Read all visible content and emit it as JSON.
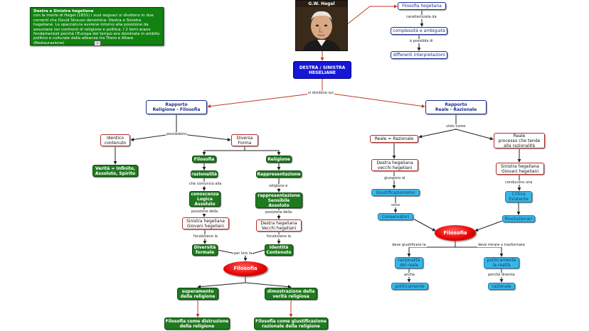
{
  "note": {
    "title": "Destra e Sinistra hegeliana",
    "body": "con la morte di Hegel (1831) i suoi seguaci si dividono in due correnti che David Strauss denomina: Destra e Sinistra hegeliane. La spaccatura avviene intorno alla posizione da assumere nei confronti di religione e politica. I 2 temi erano fondamentali perché l'Europa del tempo era dominata in ambito politico e culturale dalla alleanza tra Trono e Altare (Restaurazione)",
    "icon": "note-icon"
  },
  "portrait": {
    "title": "G.W. Hegel",
    "icon": "portrait-image"
  },
  "colors": {
    "green": "#1f7a1f",
    "cyan": "#39b6e8",
    "blue": "#1616d6",
    "red": "#e60000",
    "line_red": "#c0392b",
    "line_dark": "#222222"
  },
  "nodes": {
    "hegel_fil": "Filosofia hegeliana",
    "complessita": "complessità e ambiguità",
    "interpretazioni": "differenti interpretazioni",
    "destra_sinistra": "DESTRA / SINISTRA\nHEGELIANE",
    "rapporto_rel": "Rapporto\nReligione - Filosofia",
    "rapporto_real": "Rapporto\nReale - Razionale",
    "identico": "Identico\ncontenuto",
    "diversa": "Diversa\nForma",
    "verita": "Verità = Infinito,\nAssoluto, Spirito",
    "filosofia_g": "Filosofia",
    "religione_g": "Religione",
    "razionalita": "razionalità",
    "rappresentazione": "Rappresentazione",
    "conoscenza": "conoscenza\nLogica\nAssoluto",
    "rappr_sens": "rappresentazione\nSensibile\nAssoluto",
    "sin_heg_l": "Sinistra hegeliana\nGiovani hegeliani",
    "des_heg_l": "Destra hegeliana\nVecchi hegeliani",
    "diversita": "Diversità\nformale",
    "identita": "Identità\nContenuto",
    "filosofia_red_l": "Filosofia",
    "superamento": "superamento\ndella religione",
    "dimostrazione": "dimostrazione della\nverità religiosa",
    "distruzione": "Filosofia come distruzione\ndella religione",
    "giustificazione": "Filosofia come giustificazione\nrazionale della religione",
    "reale_raz": "Reale = Razionale",
    "reale_proc": "Reale\nprocesso che tende\nalla razionalità",
    "des_heg_r": "Destra hegeliana\nvecchi hegeliani",
    "sin_heg_r": "Sinistra hegeliana\nGiovani hegeliani",
    "giustificazionismo": "Giustificazionismo",
    "critica": "Critica\nEsistente",
    "conservatori": "Conservatori",
    "rivoluzionari": "Rivoluzionari",
    "filosofia_red_r": "Filosofia",
    "razionalita_reale": "razionalità\ndel reale",
    "politicamente_realta": "politicamente\nla realtà",
    "politicamente": "politicamente",
    "razionale": "razionale"
  },
  "labels": {
    "caratterizzata": "caratterizzata da",
    "possibile": "è possibile di",
    "dividono": "si dividono sui",
    "possiedono": "possiedono",
    "visto_come": "visto come",
    "che_comunica": "che comunica alla",
    "religione_e": "religione è",
    "posizione_l": "posizione della",
    "posizione_r": "posizione della",
    "focalizzano_l": "focalizzano la",
    "focalizzano_r": "focalizzano la",
    "per_loro": "per loro la",
    "giungono": "giungono al",
    "conducono": "conducono una",
    "sono": "sono",
    "deve_giustificare": "deve giustificare la",
    "deve_mirare": "deve mirare a trasformare",
    "anche": "anche",
    "perche": "perché diventa"
  }
}
